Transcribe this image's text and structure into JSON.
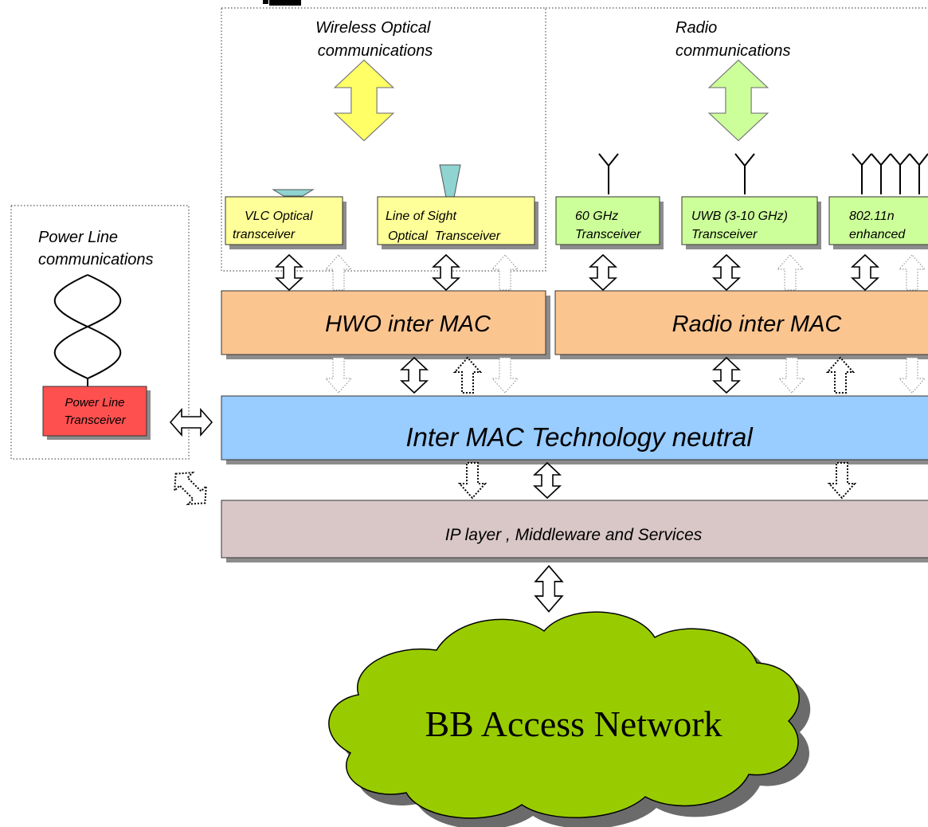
{
  "sections": {
    "optical_title": [
      "Wireless Optical",
      "communications"
    ],
    "radio_title": [
      "Radio",
      "communications"
    ],
    "powerline_title": [
      "Power Line",
      "communications"
    ]
  },
  "transceivers": {
    "vlc": [
      "VLC Optical",
      "transceiver"
    ],
    "los": [
      "Line of Sight",
      "Optical  Transceiver"
    ],
    "ghz60": [
      "60 GHz",
      "Transceiver"
    ],
    "uwb": [
      "UWB (3-10 GHz)",
      "Transceiver"
    ],
    "wifi": [
      "802.11n",
      "enhanced"
    ],
    "powerline": [
      "Power Line",
      "Transceiver"
    ]
  },
  "layers": {
    "hwo": "HWO inter MAC",
    "radio": "Radio inter MAC",
    "neutral": "Inter MAC Technology neutral",
    "ip": "IP layer , Middleware and Services"
  },
  "network": {
    "label": "BB Access Network"
  },
  "colors": {
    "optical_box": "#ffff99",
    "radio_box": "#ccff99",
    "powerline_box": "#ff5050",
    "hwo_layer": "#fbc590",
    "neutral_layer": "#99ccff",
    "ip_layer": "#d9c7c7",
    "cloud": "#99cc00",
    "optical_arrow": "#ffff66",
    "radio_arrow": "#ccff99",
    "led": "#8fd4d0",
    "shadow": "#8c8c8c"
  }
}
